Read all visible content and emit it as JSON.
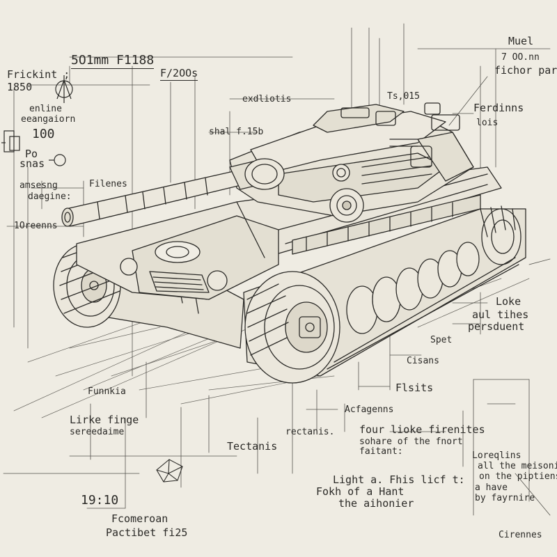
{
  "sheet": {
    "background": "#efece3",
    "ink": "#2b2a27",
    "subject": "tank-sketch"
  },
  "labels": {
    "title_left": "5O1mm F1188",
    "title_mid": "F/2OOs",
    "frickint": "Frickint ;",
    "year": "1850",
    "enline": "enline",
    "eeangaiorn": "eeangaiorn",
    "num_100": "100",
    "po": "Po",
    "snas": "snas",
    "amsesng": "amsesng",
    "daegine": "daegine:",
    "filenes": "Filenes",
    "ioreenns": "1Oreenns",
    "exdliotis": "exdliotis",
    "shal": "shal f.15b",
    "ts": "Ts,015",
    "muel": "Muel",
    "mm": "7 OO.nn",
    "fichor": "fichor part,",
    "ferdinns": "Ferdinns",
    "lois": "lois",
    "loke": "Loke",
    "aul_tihes": "aul tihes",
    "persduent": "persduent",
    "spet": "Spet",
    "cisans": "Cisans",
    "flsits": "Flsits",
    "acfagenns": "Acfagenns",
    "funnkia": "Funnkia",
    "lirke": "Lirke finge",
    "screedaime": "sereedaime",
    "rectanis": "rectanis.",
    "tectanis": "Tectanis",
    "four_line1": "four lioke firenites",
    "four_line2": "sohare of the fnort",
    "four_line3": "faitant:",
    "light_line1": "Light  a.  Fhis licf t:",
    "light_line2": "Fokh of a Hant",
    "light_line3": "the aihonier",
    "loreq_line1": "Loreqlins",
    "loreq_line2": "all the meisonies",
    "loreq_line3": "on the piptiens",
    "loreq_line4": "a have",
    "loreq_line5": "by fayrnire",
    "time": "19:10",
    "fcomeroan": "Fcomeroan",
    "pactibet": "Pactibet fi25",
    "cirennes": "Cirennes"
  },
  "icons": {
    "compass": "compass-sketch-icon",
    "bracket": "bracket-sketch-icon",
    "gem": "polyhedron-sketch-icon"
  }
}
